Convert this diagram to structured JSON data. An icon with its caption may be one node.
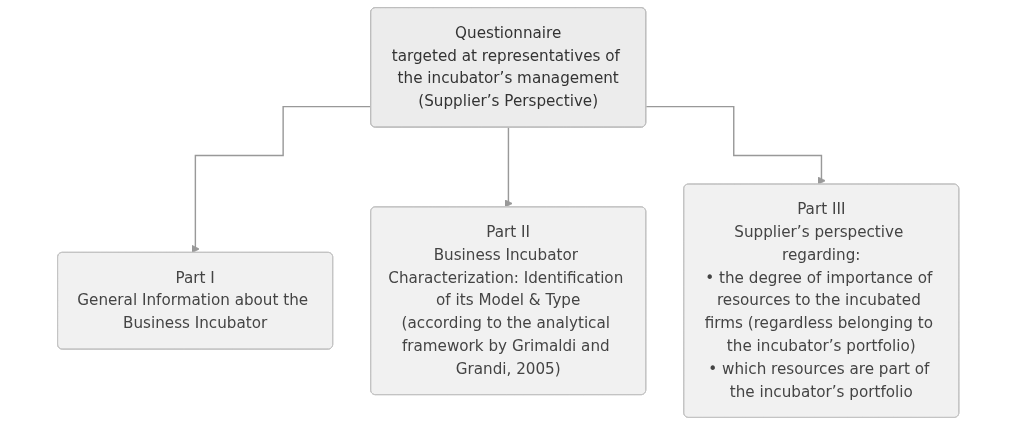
{
  "diagram": {
    "nodes": [
      {
        "text": [
          "Questionnaire",
          "targeted at representatives of the incubator’s management",
          "(Supplier’s Perspective)"
        ]
      },
      {
        "text": [
          "Part I",
          "General Information about the Business Incubator"
        ]
      },
      {
        "text": [
          "Part II",
          "Business Incubator Characterization: Identification of its Model & Type",
          "(according to the analytical framework by Grimaldi and Grandi, 2005)"
        ]
      },
      {
        "text": [
          "Part III",
          "Supplier’s perspective regarding:",
          "• the degree of importance of resources to the incubated firms (regardless belonging to the incubator’s portfolio)",
          "• which resources are part of the incubator’s portfolio"
        ]
      }
    ],
    "edges": [
      {
        "from": 0,
        "to": 1,
        "arrow": "to"
      },
      {
        "from": 0,
        "to": 2,
        "arrow": "to"
      },
      {
        "from": 0,
        "to": 3,
        "arrow": "to"
      }
    ]
  }
}
